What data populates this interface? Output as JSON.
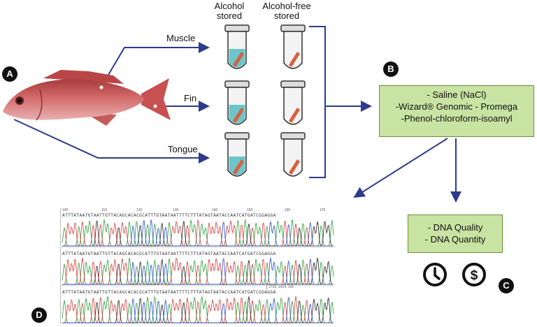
{
  "panels": {
    "a": "A",
    "b": "B",
    "c": "C",
    "d": "D"
  },
  "columns": {
    "alcohol": [
      "Alcohol",
      "stored"
    ],
    "alcohol_free": [
      "Alcohol-free",
      "stored"
    ]
  },
  "tissues": {
    "muscle": "Muscle",
    "fin": "Fin",
    "tongue": "Tongue"
  },
  "extraction_methods": [
    "- Saline (NaCl)",
    "-Wizard® Genomic - Promega",
    "-Phenol-chloroform-isoamyl"
  ],
  "evaluation": [
    "- DNA Quality",
    "- DNA Quantity"
  ],
  "icons": {
    "time": "clock-icon",
    "cost": "dollar-icon"
  },
  "chromatogram": {
    "sequence": "ATTTATAATGTAATTGTTACAGCACACGCATTTGTAATAATTTTCTTTATAGTAATACCAATCATGATCGGAGGA",
    "ticks": [
      "100",
      "110",
      "120",
      "130",
      "140",
      "150",
      "160",
      "170"
    ],
    "annotation": "1720, 1424, 142"
  },
  "colors": {
    "arrow": "#2e3a8c",
    "box_fill": "#c9e3a3",
    "box_border": "#6a8f3e",
    "liquid": "#6cc6c9",
    "tissue": "#d9603d"
  }
}
